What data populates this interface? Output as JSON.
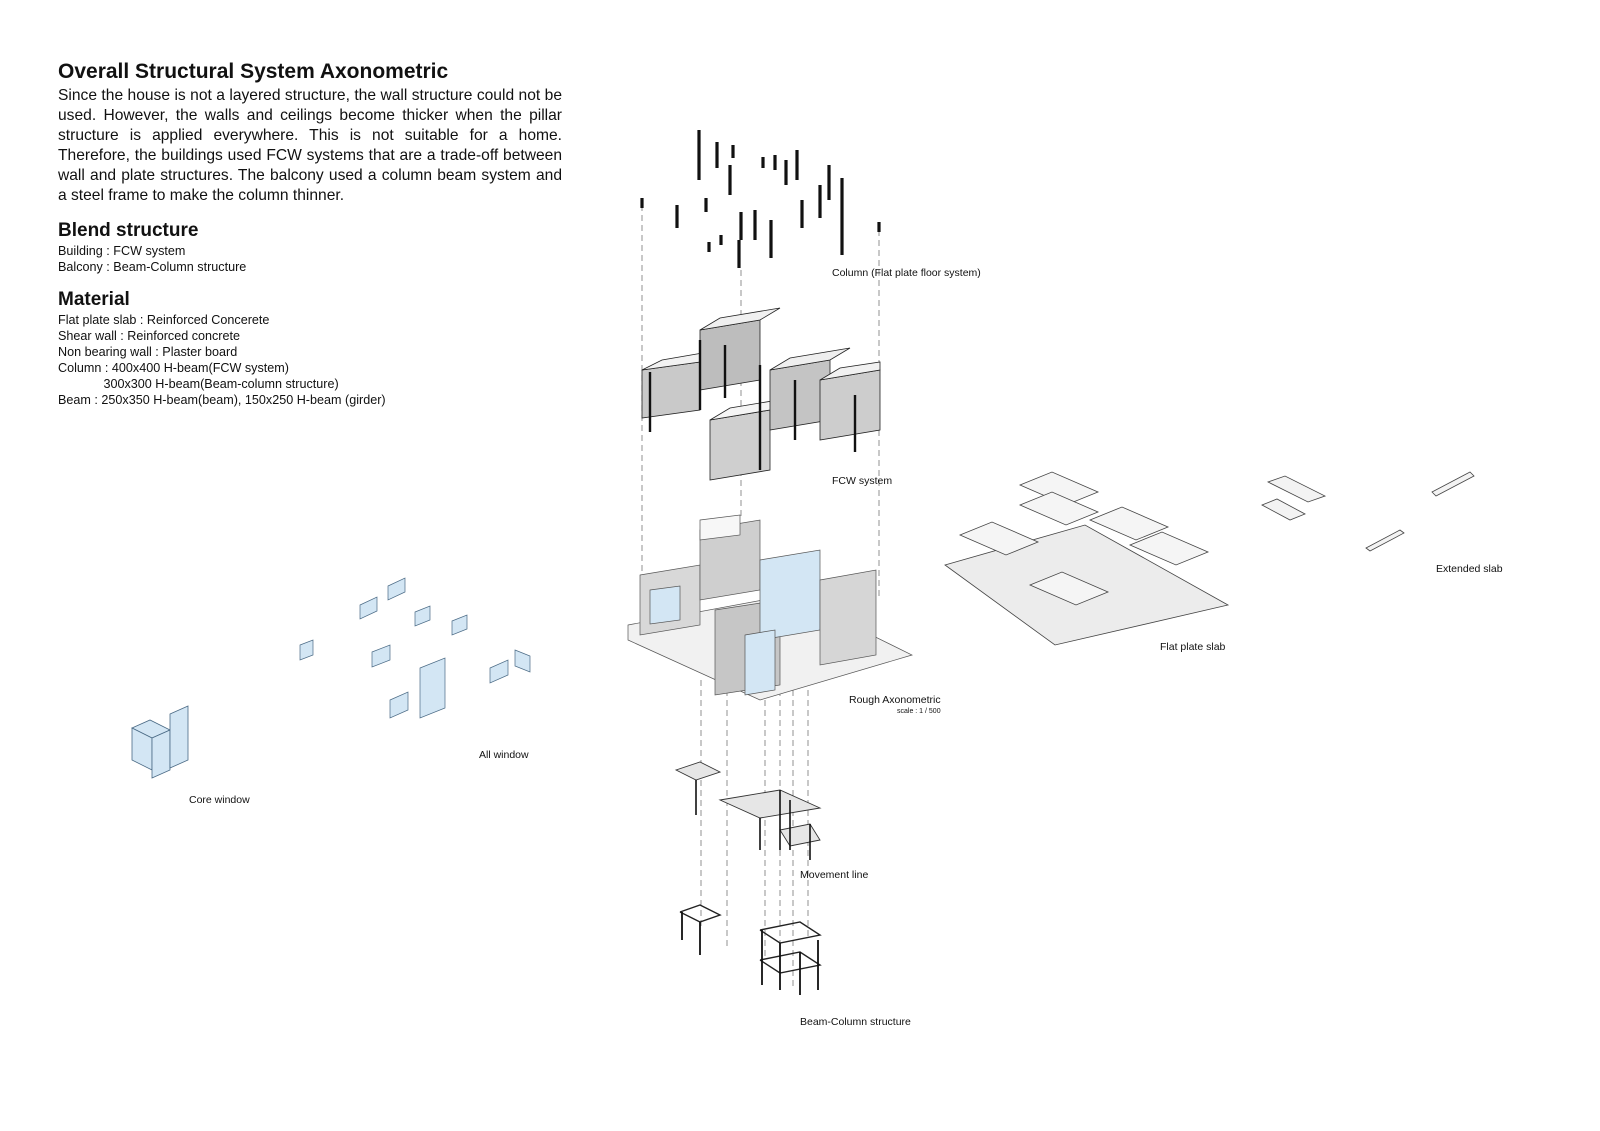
{
  "title": "Overall Structural System Axonometric",
  "intro": "Since the house is not a layered structure, the wall structure could not be used. However, the walls and ceilings become thicker when the pillar structure is applied everywhere. This is not suitable for a home. Therefore, the buildings used FCW systems that are a trade-off between wall and plate structures. The balcony used a column beam system and a steel frame to make the column thinner.",
  "blend": {
    "heading": "Blend structure",
    "lines": [
      "Building : FCW system",
      "Balcony : Beam-Column structure"
    ]
  },
  "material": {
    "heading": "Material",
    "lines": [
      "Flat plate slab : Reinforced Concerete",
      "Shear wall : Reinforced concrete",
      "Non bearing wall : Plaster board",
      "Column : 400x400 H-beam(FCW system)",
      "             300x300 H-beam(Beam-column structure)",
      "Beam : 250x350 H-beam(beam), 150x250 H-beam (girder)"
    ]
  },
  "labels": {
    "column": "Column (Flat plate floor system)",
    "fcw": "FCW system",
    "rough": "Rough Axonometric",
    "scale": "scale : 1 / 500",
    "movement": "Movement line",
    "beam_column": "Beam-Column structure",
    "flat_slab": "Flat plate slab",
    "extended_slab": "Extended slab",
    "all_window": "All window",
    "core_window": "Core window"
  },
  "colors": {
    "ink": "#111111",
    "wall_grey": "#c9c9c9",
    "slab_fill": "#ececec",
    "glass": "#d3e6f4"
  }
}
